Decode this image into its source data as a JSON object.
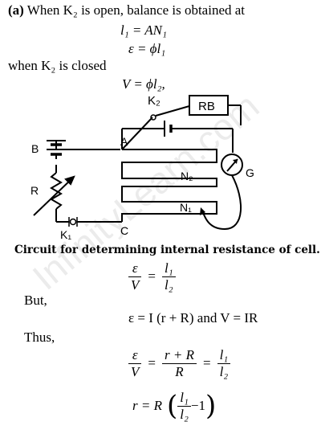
{
  "intro": {
    "part_label": "(a)",
    "line1": "When K₂ is open, balance is obtained at",
    "eq1": "l₁ = AN₁",
    "eq2": "ε = ϕl₁",
    "line2": "when K₂ is closed",
    "eq3": "V = ϕl₂,"
  },
  "circuit": {
    "labels": {
      "k2": "K₂",
      "rb": "RB",
      "a": "A",
      "b": "B",
      "r": "R",
      "n2": "N₂",
      "n1": "N₁",
      "g": "G",
      "k1": "K₁",
      "c": "C"
    }
  },
  "caption": "Circuit for determining internal resistance of cell.",
  "derivation": {
    "eq_a": {
      "num": "ε",
      "den": "V",
      "op": "=",
      "rnum": "l₁",
      "rden": "l₂"
    },
    "but": "But,",
    "eq_b": "ε = I (r + R) and V = IR",
    "thus": "Thus,",
    "eq_c": {
      "num": "ε",
      "den": "V",
      "op1": "=",
      "mnum": "r + R",
      "mden": "R",
      "op2": "=",
      "rnum": "l₁",
      "rden": "l₂"
    },
    "eq_d": {
      "lhs": "r = R",
      "num": "l₁",
      "den": "l₂",
      "tail": "−1"
    }
  },
  "watermark": "InfinityLearn.com"
}
